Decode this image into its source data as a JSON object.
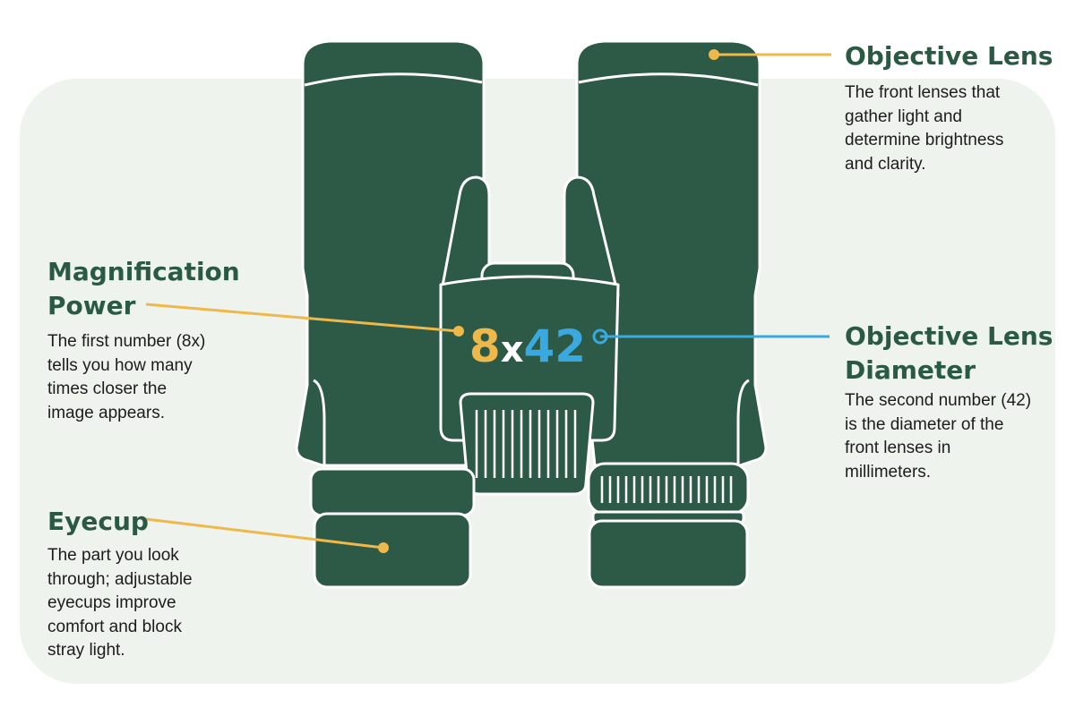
{
  "colors": {
    "body_green": "#2d5a46",
    "outline": "#ffffff",
    "panel": "#eef3ee",
    "title_green": "#2a5a44",
    "text": "#1c1c1c",
    "accent_yellow": "#efb84a",
    "accent_blue": "#3aa9e0"
  },
  "model_label": {
    "magnification": "8",
    "separator": "x",
    "diameter": "42"
  },
  "callouts": {
    "objective_lens": {
      "title": [
        "Objective Lens"
      ],
      "description": [
        "The front lenses that",
        "gather light and",
        "determine brightness",
        "and clarity."
      ],
      "pointer_color": "#efb84a"
    },
    "magnification_power": {
      "title": [
        "Magnification",
        "Power"
      ],
      "description": [
        "The first number (8x)",
        "tells you how many",
        "times closer the",
        "image appears."
      ],
      "pointer_color": "#efb84a"
    },
    "lens_diameter": {
      "title": [
        "Objective Lens",
        "Diameter"
      ],
      "description": [
        "The second number (42)",
        "is the diameter of the",
        "front lenses in",
        "millimeters."
      ],
      "pointer_color": "#3aa9e0"
    },
    "eyecup": {
      "title": [
        "Eyecup"
      ],
      "description": [
        "The part you look",
        "through; adjustable",
        "eyecups improve",
        "comfort and block",
        "stray light."
      ],
      "pointer_color": "#efb84a"
    }
  }
}
